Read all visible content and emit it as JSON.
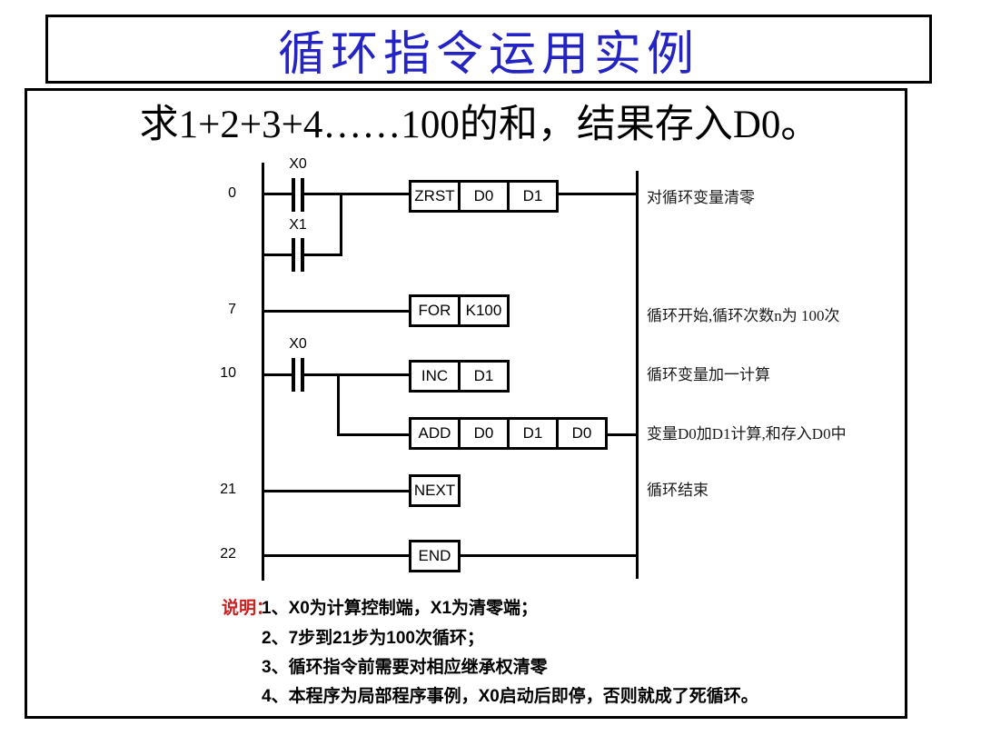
{
  "slide": {
    "title": "循环指令运用实例",
    "subtitle": "求1+2+3+4……100的和，结果存入D0。"
  },
  "ladder": {
    "steps": {
      "s0": "0",
      "s7": "7",
      "s10": "10",
      "s21": "21",
      "s22": "22"
    },
    "contacts": {
      "x0_top": "X0",
      "x1": "X1",
      "x0_mid": "X0"
    },
    "boxes": {
      "zrst": [
        "ZRST",
        "D0",
        "D1"
      ],
      "for": [
        "FOR",
        "K100"
      ],
      "inc": [
        "INC",
        "D1"
      ],
      "add": [
        "ADD",
        "D0",
        "D1",
        "D0"
      ],
      "next": [
        "NEXT"
      ],
      "end": [
        "END"
      ]
    },
    "comments": {
      "zrst": "对循环变量清零",
      "for": "循环开始,循环次数n为 100次",
      "inc": "循环变量加一计算",
      "add": "变量D0加D1计算,和存入D0中",
      "next": "循环结束"
    }
  },
  "notes": {
    "label": "说明：",
    "items": [
      "1、X0为计算控制端，X1为清零端；",
      "2、7步到21步为100次循环；",
      "3、循环指令前需要对相应继承权清零",
      "4、本程序为局部程序事例，X0启动后即停，否则就成了死循环。"
    ]
  },
  "colors": {
    "title_blue": "#2424C4",
    "note_red": "#CC2020"
  }
}
